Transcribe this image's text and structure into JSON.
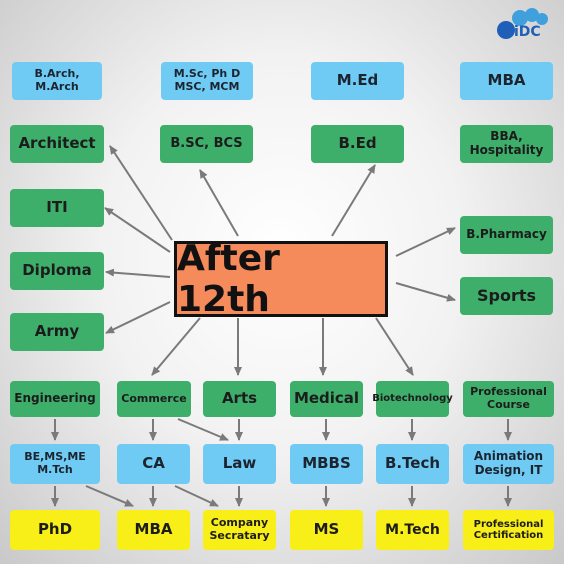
{
  "logo": {
    "text": "iDC"
  },
  "center": {
    "label": "After 12th"
  },
  "top_row": {
    "barch": "B.Arch,\nM.Arch",
    "msc": "M.Sc, Ph D\nMSC, MCM",
    "med": "M.Ed",
    "mba": "MBA"
  },
  "second_row": {
    "architect": "Architect",
    "bsc": "B.SC, BCS",
    "bed": "B.Ed",
    "bba": "BBA,\nHospitality"
  },
  "left_column": {
    "iti": "ITI",
    "diploma": "Diploma",
    "army": "Army"
  },
  "right_column": {
    "bpharmacy": "B.Pharmacy",
    "sports": "Sports"
  },
  "streams": {
    "engineering": "Engineering",
    "commerce": "Commerce",
    "arts": "Arts",
    "medical": "Medical",
    "biotechnology": "Biotechnology",
    "professional": "Professional\nCourse"
  },
  "level2": {
    "bems": "BE,MS,ME\nM.Tch",
    "ca": "CA",
    "law": "Law",
    "mbbs": "MBBS",
    "btech": "B.Tech",
    "animation": "Animation\nDesign, IT"
  },
  "level3": {
    "phd": "PhD",
    "mba": "MBA",
    "company": "Company\nSecratary",
    "ms": "MS",
    "mtech": "M.Tech",
    "certification": "Professional\nCertification"
  }
}
